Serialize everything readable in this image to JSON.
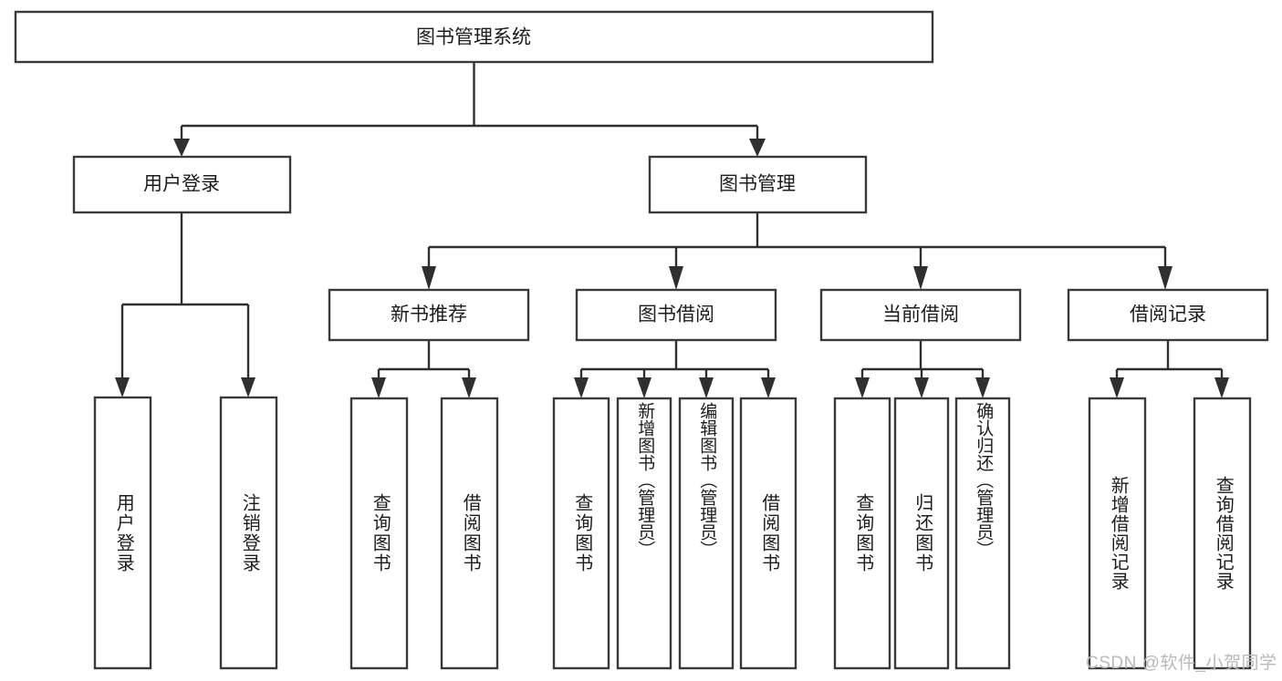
{
  "diagram": {
    "type": "tree-hierarchy",
    "title_node": {
      "label": "图书管理系统"
    },
    "level2": [
      {
        "id": "user-login",
        "label": "用户登录"
      },
      {
        "id": "book-manage",
        "label": "图书管理"
      }
    ],
    "level3": [
      {
        "id": "new-book-recommend",
        "label": "新书推荐"
      },
      {
        "id": "book-borrow",
        "label": "图书借阅"
      },
      {
        "id": "current-borrow",
        "label": "当前借阅"
      },
      {
        "id": "borrow-record",
        "label": "借阅记录"
      }
    ],
    "leaves": [
      {
        "id": "leaf-user-login",
        "label": "用户登录",
        "parent": "user-login"
      },
      {
        "id": "leaf-logout",
        "label": "注销登录",
        "parent": "user-login"
      },
      {
        "id": "leaf-query-book-1",
        "label": "查询图书",
        "parent": "new-book-recommend"
      },
      {
        "id": "leaf-borrow-book-1",
        "label": "借阅图书",
        "parent": "new-book-recommend"
      },
      {
        "id": "leaf-query-book-2",
        "label": "查询图书",
        "parent": "book-borrow"
      },
      {
        "id": "leaf-add-book",
        "label": "新增图书（管理员）",
        "parent": "book-borrow"
      },
      {
        "id": "leaf-edit-book",
        "label": "编辑图书（管理员）",
        "parent": "book-borrow"
      },
      {
        "id": "leaf-borrow-book-2",
        "label": "借阅图书",
        "parent": "book-borrow"
      },
      {
        "id": "leaf-query-book-3",
        "label": "查询图书",
        "parent": "current-borrow"
      },
      {
        "id": "leaf-return-book",
        "label": "归还图书",
        "parent": "current-borrow"
      },
      {
        "id": "leaf-confirm-return",
        "label": "确认归还（管理员）",
        "parent": "current-borrow"
      },
      {
        "id": "leaf-add-record",
        "label": "新增借阅记录",
        "parent": "borrow-record"
      },
      {
        "id": "leaf-query-record",
        "label": "查询借阅记录",
        "parent": "borrow-record"
      }
    ]
  },
  "watermark": {
    "text": "CSDN @软件_小贺同学"
  },
  "colors": {
    "box_stroke": "#3a3a3a",
    "connector": "#2f2f2f",
    "text": "#1c1c1c",
    "background": "#ffffff",
    "watermark": "#b9b9b9"
  }
}
